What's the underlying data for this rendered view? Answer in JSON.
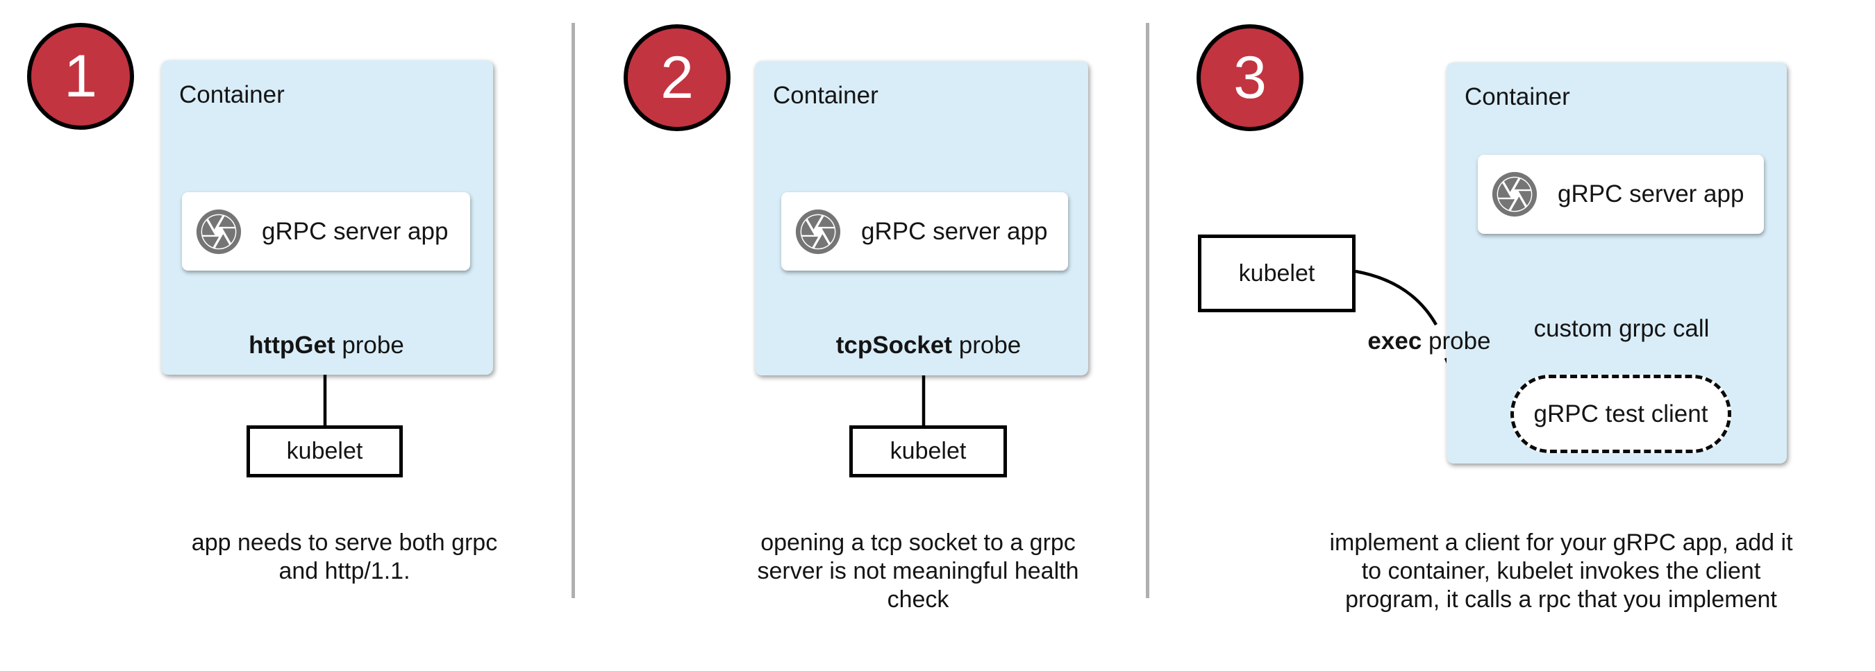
{
  "diagram": {
    "colors": {
      "badge_red": "#c23440",
      "container_blue": "#d9edf8",
      "icon_gray": "#757575",
      "divider_gray": "#b0b0b0",
      "line_black": "#000000"
    },
    "panels": [
      {
        "step_number": "1",
        "container_title": "Container",
        "app_label": "gRPC server app",
        "app_icon": "aperture-icon",
        "probe_bold": "httpGet",
        "probe_rest": "probe",
        "kubelet_label": "kubelet",
        "caption_lines": [
          "app needs to serve both grpc",
          "and http/1.1."
        ]
      },
      {
        "step_number": "2",
        "container_title": "Container",
        "app_label": "gRPC server app",
        "app_icon": "aperture-icon",
        "probe_bold": "tcpSocket",
        "probe_rest": "probe",
        "kubelet_label": "kubelet",
        "caption_lines": [
          "opening a tcp socket to a grpc",
          "server is not meaningful health",
          "check"
        ]
      },
      {
        "step_number": "3",
        "container_title": "Container",
        "app_label": "gRPC server app",
        "app_icon": "aperture-icon",
        "probe_bold": "exec",
        "probe_rest": "probe",
        "kubelet_label": "kubelet",
        "custom_call_label": "custom grpc call",
        "test_client_label": "gRPC test client",
        "caption_lines": [
          "implement a client for your gRPC app, add it",
          "to container, kubelet invokes the client",
          "program, it calls a rpc that you implement"
        ]
      }
    ]
  }
}
